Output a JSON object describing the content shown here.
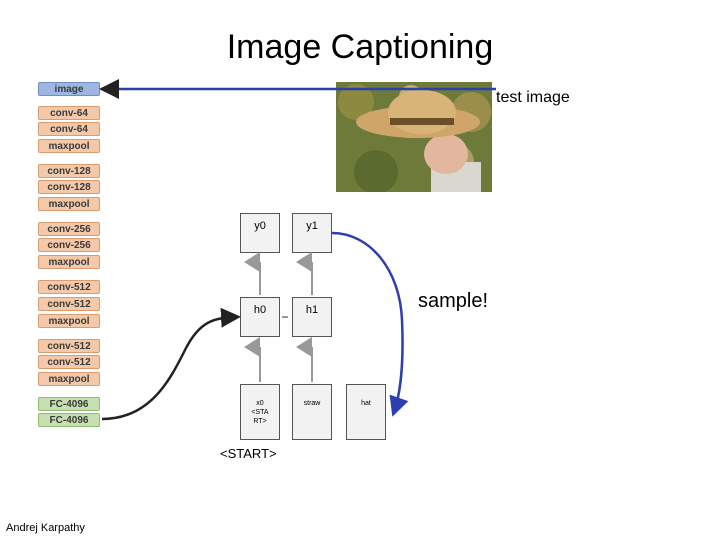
{
  "title": "Image Captioning",
  "network_layers": [
    "image",
    "conv-64",
    "conv-64",
    "maxpool",
    "conv-128",
    "conv-128",
    "maxpool",
    "conv-256",
    "conv-256",
    "maxpool",
    "conv-512",
    "conv-512",
    "maxpool",
    "conv-512",
    "conv-512",
    "maxpool",
    "FC-4096",
    "FC-4096"
  ],
  "test_image_label": "test image",
  "rnn": {
    "outputs": [
      "y0",
      "y1"
    ],
    "hidden": [
      "h0",
      "h1"
    ],
    "inputs": [
      "x0\n<STA\nRT>",
      "straw",
      "hat"
    ]
  },
  "sample_label": "sample!",
  "start_label": "<START>",
  "author": "Andrej Karpathy",
  "colors": {
    "arrow_blue": "#2d3fb0",
    "image_layer": "#9db7e0",
    "conv_layer": "#f3c9a9",
    "fc_layer": "#c7e0b2"
  }
}
